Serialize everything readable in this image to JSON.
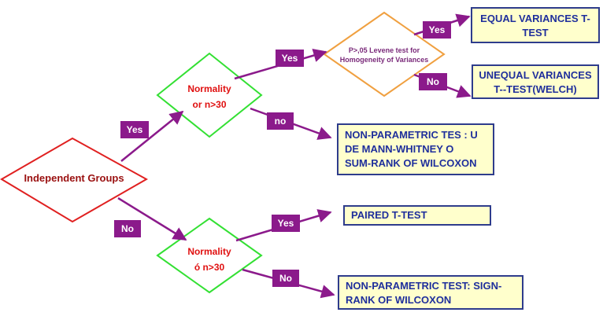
{
  "colors": {
    "arrow": "#8b1a8b",
    "tag_bg": "#8b1a8b",
    "box_fill": "#ffffcc",
    "box_border": "#2e3c8c",
    "box_text": "#1f2f9c",
    "root_border": "#e02020",
    "normality_border": "#33e033",
    "levene_border": "#f0a040",
    "normality_text": "#e01010",
    "levene_text": "#7a2a7a",
    "root_text": "#9a1010"
  },
  "nodes": {
    "root": "Independent Groups",
    "normality_top_line1": "Normality",
    "normality_top_line2": "or n>30",
    "normality_bottom_line1": "Normality",
    "normality_bottom_line2": "ó n>30",
    "levene_line1": "P>,05 Levene test for",
    "levene_line2": "Homogeneity of Variances"
  },
  "outcomes": {
    "equal_line1": "EQUAL VARIANCES T-",
    "equal_line2": "TEST",
    "unequal_line1": "UNEQUAL VARIANCES",
    "unequal_line2": "T--TEST(WELCH)",
    "nonparam_mw_line1": "NON-PARAMETRIC TES :  U",
    "nonparam_mw_line2": "DE MANN-WHITNEY O",
    "nonparam_mw_line3": "SUM-RANK OF WILCOXON",
    "paired": "PAIRED T-TEST",
    "nonparam_sign_line1": "NON-PARAMETRIC TEST: SIGN-",
    "nonparam_sign_line2": "RANK OF WILCOXON"
  },
  "tags": {
    "root_yes": "Yes",
    "root_no": "No",
    "top_yes": "Yes",
    "top_no": "no",
    "levene_yes": "Yes",
    "levene_no": "No",
    "bottom_yes": "Yes",
    "bottom_no": "No"
  }
}
